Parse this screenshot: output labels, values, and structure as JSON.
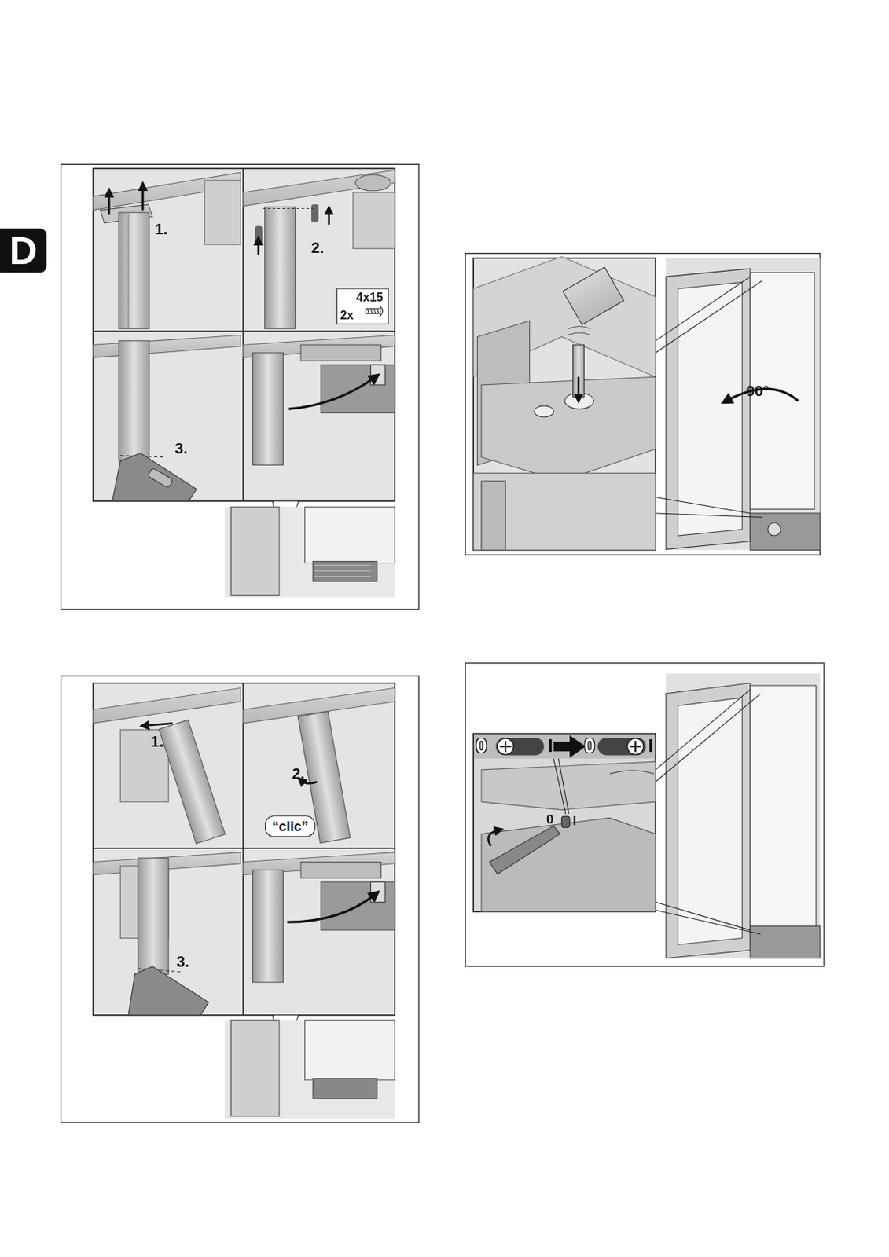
{
  "diagram": {
    "nodes": [
      {
        "text": [
          "D"
        ]
      }
    ],
    "labels": [
      "1.",
      "2.",
      "4x15",
      "2x",
      "3.",
      "90°",
      "1.",
      "2.",
      "“clic”",
      "3.",
      "0",
      "I",
      "0",
      "I",
      "0",
      "I"
    ]
  }
}
